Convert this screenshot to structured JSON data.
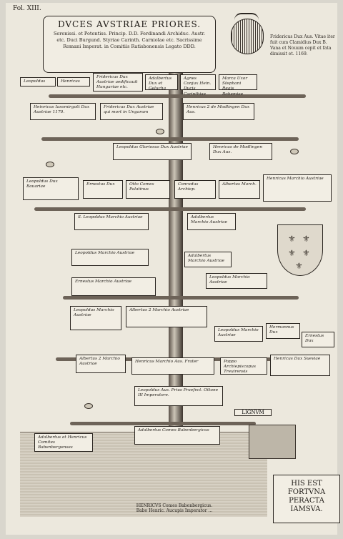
{
  "folio": "Fol. XIII.",
  "header": {
    "title": "DVCES AVSTRIAE PRIORES.",
    "subtitle": "Serenissi. et Potentiss. Princip. D.D. Ferdinandi Archiduc. Austr. etc. Duci Burgund. Styriae Carinth. Carniolae etc. Sacrissime Romani Imperat. in Comitiis Ratisbonensis Legato DDD."
  },
  "side_note": "Fridericus Dux Aus. Vitae iter fuit cum Clamidius Dux B. Vana et Nouum cepit et fata dimissit et. 1169.",
  "cards": [
    {
      "text": "Leopoldus"
    },
    {
      "text": "Henricus"
    },
    {
      "text": "Fridericus Dux Austriae aedificauit Hungariae etc."
    },
    {
      "text": "Adalbertus Dux et Gelucha"
    },
    {
      "text": "Agnes Conjux Hein. Ducis Carinthiae"
    },
    {
      "text": "Marca Uxor Stephani Regis Bohemiae"
    },
    {
      "text": "Heinricus Iasomirgott Dux Austriae 1170."
    },
    {
      "text": "Fridericus Dux Austriae qui mort in Ungarum"
    },
    {
      "text": "Henricus 2 de Modlingen Dux Aus."
    },
    {
      "text": "Leopoldus Gloriosus Dux Austriae"
    },
    {
      "text": "Henricus de Modlingen Dux Aus."
    },
    {
      "text": "Leopoldus Dux Bauariae"
    },
    {
      "text": "Ernestus Dux"
    },
    {
      "text": "Otto Comes Palatinus"
    },
    {
      "text": "Conradus Archiep."
    },
    {
      "text": "Albertus March."
    },
    {
      "text": "Henricus Marchio Austriae"
    },
    {
      "text": "S. Leopoldus Marchio Austriae"
    },
    {
      "text": "Adalbertus Marchio Austriae"
    },
    {
      "text": "Leopoldus Marchio Austriae"
    },
    {
      "text": "Adalbertus Marchio Austriae"
    },
    {
      "text": "Ernestus Marchio Austriae"
    },
    {
      "text": "Leopoldus Marchio Austriae"
    },
    {
      "text": "Leopoldus Marchio Austriae"
    },
    {
      "text": "Albertus 2 Marchio Austriae"
    },
    {
      "text": "Leopoldus Marchio Austriae"
    },
    {
      "text": "Hermannus Dux"
    },
    {
      "text": "Ernestus Dux"
    },
    {
      "text": "Albertus 2 Marchio Austriae"
    },
    {
      "text": "Henricus Marchio Aus. Frater"
    },
    {
      "text": "Poppo Archiepiscopus Treuirensis"
    },
    {
      "text": "Henricus Dux Sueviae"
    },
    {
      "text": "Leopoldus Aus. Prius Praefect. Ottone III Imperatore."
    },
    {
      "text": "Adalbertus Comes Babenbergicus"
    },
    {
      "text": "Adalbertus et Henricus Comites Babenbergenses"
    }
  ],
  "lignum": "LIGNVM",
  "base_label": "HENRICVS Comes Babenbergicus. Babo Henric. Aucupis Imperator ...",
  "finis": [
    "HIS EST",
    "FORTVNA",
    "PERACTA",
    "IAMSVA."
  ]
}
